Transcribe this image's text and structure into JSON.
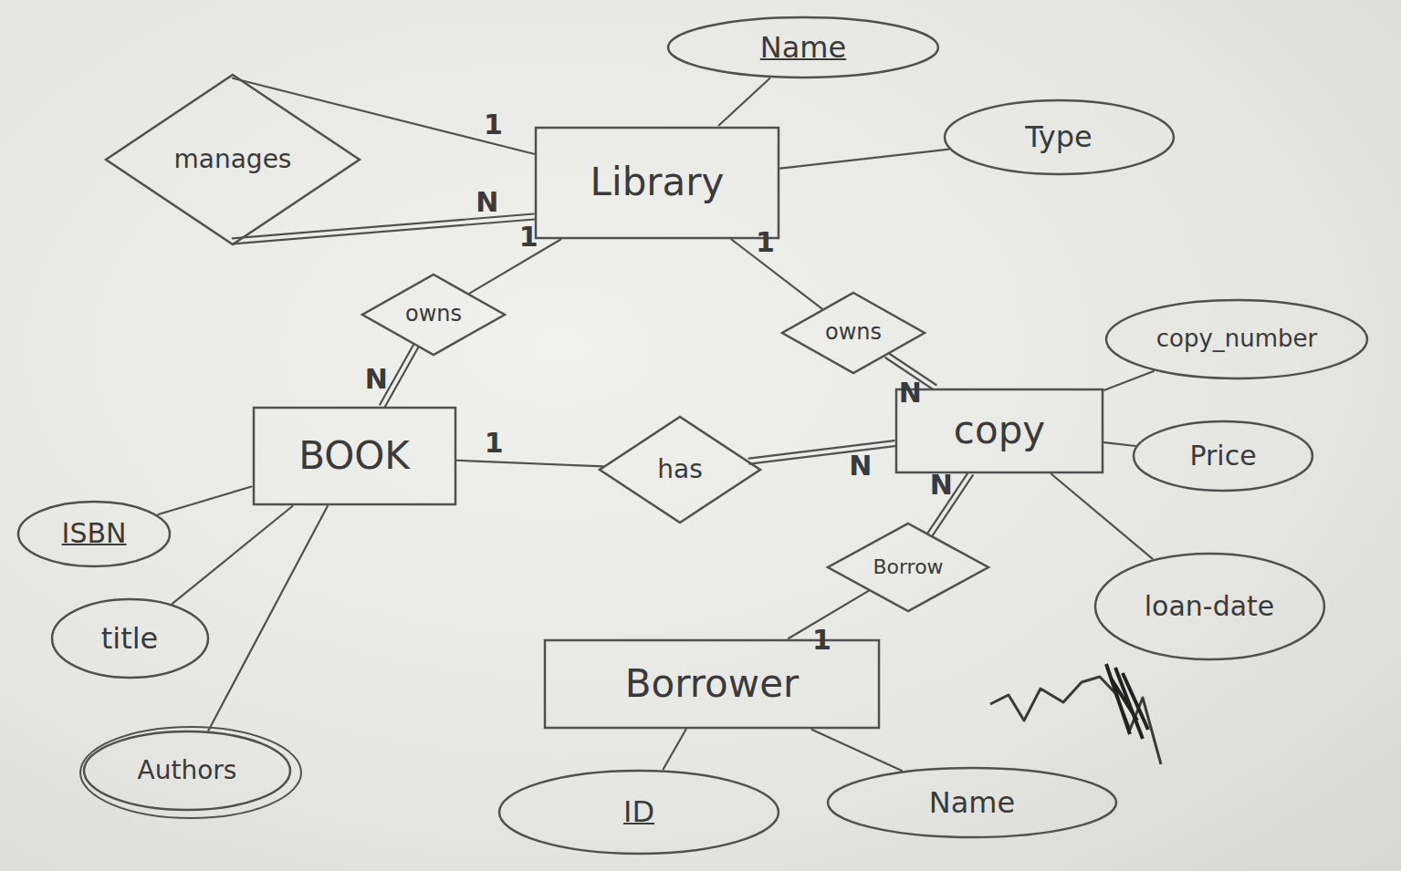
{
  "diagram": {
    "nodes": [
      {
        "text": [
          "Name"
        ]
      },
      {
        "text": [
          "manages"
        ]
      },
      {
        "text": [
          "Library"
        ]
      },
      {
        "text": [
          "Type"
        ]
      },
      {
        "text": [
          "owns"
        ]
      },
      {
        "text": [
          "owns"
        ]
      },
      {
        "text": [
          "copy_number"
        ]
      },
      {
        "text": [
          "BOOK"
        ]
      },
      {
        "text": [
          "copy"
        ]
      },
      {
        "text": [
          "has"
        ]
      },
      {
        "text": [
          "Price"
        ]
      },
      {
        "text": [
          "ISBN"
        ]
      },
      {
        "text": [
          "Borrow"
        ]
      },
      {
        "text": [
          "loan-date"
        ]
      },
      {
        "text": [
          "title"
        ]
      },
      {
        "text": [
          "Borrower"
        ]
      },
      {
        "text": [
          "Authors"
        ]
      },
      {
        "text": [
          "ID"
        ]
      },
      {
        "text": [
          "Name"
        ]
      }
    ],
    "edges": [
      {
        "from": 0,
        "to": 2,
        "arrow": "none"
      },
      {
        "from": 1,
        "to": 2,
        "label": "1",
        "arrow": "none"
      },
      {
        "from": 1,
        "to": 2,
        "label": "N",
        "arrow": "none"
      },
      {
        "from": 2,
        "to": 3,
        "arrow": "none"
      },
      {
        "from": 2,
        "to": 4,
        "label": "1",
        "arrow": "none"
      },
      {
        "from": 4,
        "to": 7,
        "label": "N",
        "arrow": "none"
      },
      {
        "from": 2,
        "to": 5,
        "label": "1",
        "arrow": "none"
      },
      {
        "from": 5,
        "to": 8,
        "label": "N",
        "arrow": "none"
      },
      {
        "from": 8,
        "to": 6,
        "arrow": "none"
      },
      {
        "from": 8,
        "to": 10,
        "arrow": "none"
      },
      {
        "from": 8,
        "to": 13,
        "arrow": "none"
      },
      {
        "from": 7,
        "to": 9,
        "label": "1",
        "arrow": "none"
      },
      {
        "from": 9,
        "to": 8,
        "label": "N",
        "arrow": "none"
      },
      {
        "from": 7,
        "to": 11,
        "arrow": "none"
      },
      {
        "from": 7,
        "to": 14,
        "arrow": "none"
      },
      {
        "from": 7,
        "to": 16,
        "arrow": "none"
      },
      {
        "from": 8,
        "to": 12,
        "label": "N",
        "arrow": "none"
      },
      {
        "from": 12,
        "to": 15,
        "label": "1",
        "arrow": "none"
      },
      {
        "from": 15,
        "to": 17,
        "arrow": "none"
      },
      {
        "from": 15,
        "to": 18,
        "arrow": "none"
      }
    ]
  }
}
